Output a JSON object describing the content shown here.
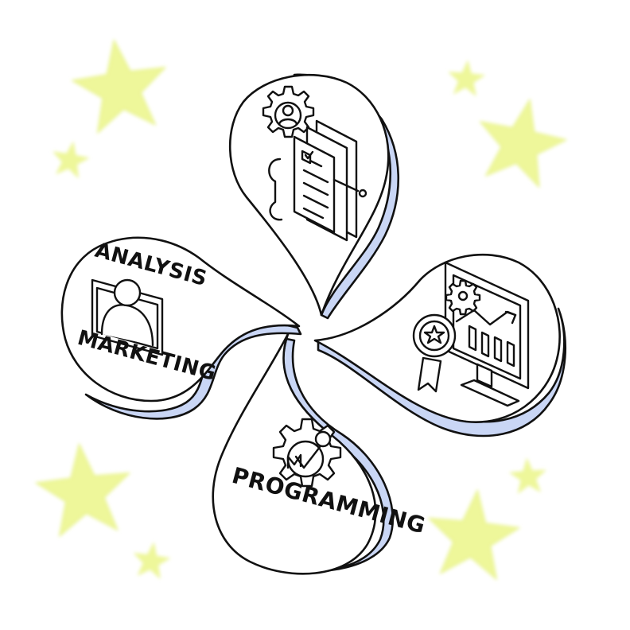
{
  "colors": {
    "star": "#eef79a",
    "star_edge": "#e3f07a",
    "petal_face": "#ffffff",
    "petal_side": "#c9d6f5",
    "outline": "#111111"
  },
  "petals": {
    "top": {
      "icon": "job-application-icon"
    },
    "right": {
      "icon": "monitor-chart-award-icon"
    },
    "bottom": {
      "label": "PROGRAMMING",
      "icon": "gear-check-icon"
    },
    "left": {
      "label_line1": "ANALYSIS",
      "label_line2": "MARKETING",
      "icon": "video-user-icon"
    }
  }
}
